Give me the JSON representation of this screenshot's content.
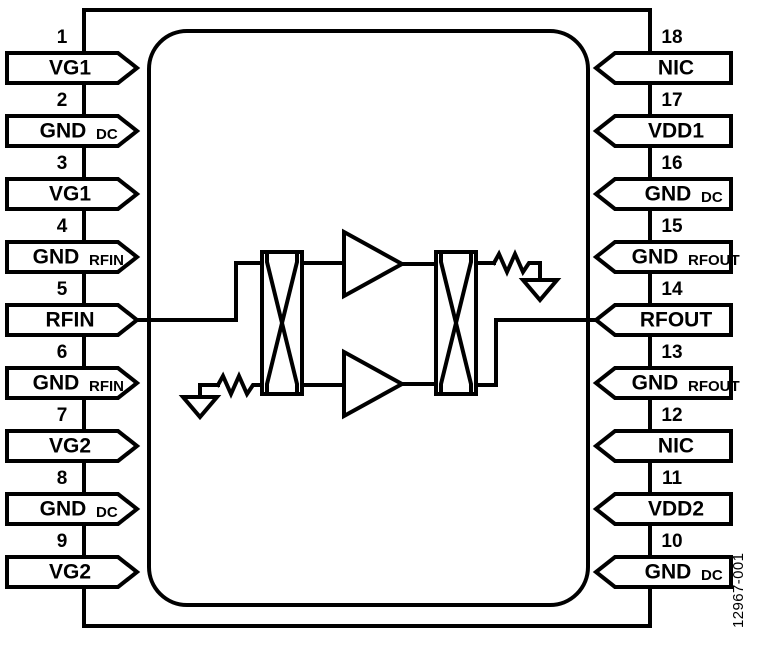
{
  "figure": {
    "id_label": "12967-001",
    "package_outline": "dual-in-line pin ring",
    "die_outline": "rounded rectangle"
  },
  "pins": {
    "left": [
      {
        "number": "1",
        "label": "VG1",
        "sub": ""
      },
      {
        "number": "2",
        "label": "GND",
        "sub": "DC"
      },
      {
        "number": "3",
        "label": "VG1",
        "sub": ""
      },
      {
        "number": "4",
        "label": "GND",
        "sub": "RFIN"
      },
      {
        "number": "5",
        "label": "RFIN",
        "sub": ""
      },
      {
        "number": "6",
        "label": "GND",
        "sub": "RFIN"
      },
      {
        "number": "7",
        "label": "VG2",
        "sub": ""
      },
      {
        "number": "8",
        "label": "GND",
        "sub": "DC"
      },
      {
        "number": "9",
        "label": "VG2",
        "sub": ""
      }
    ],
    "right": [
      {
        "number": "18",
        "label": "NIC",
        "sub": ""
      },
      {
        "number": "17",
        "label": "VDD1",
        "sub": ""
      },
      {
        "number": "16",
        "label": "GND",
        "sub": "DC"
      },
      {
        "number": "15",
        "label": "GND",
        "sub": "RFOUT"
      },
      {
        "number": "14",
        "label": "RFOUT",
        "sub": ""
      },
      {
        "number": "13",
        "label": "GND",
        "sub": "RFOUT"
      },
      {
        "number": "12",
        "label": "NIC",
        "sub": ""
      },
      {
        "number": "11",
        "label": "VDD2",
        "sub": ""
      },
      {
        "number": "10",
        "label": "GND",
        "sub": "DC"
      }
    ]
  },
  "internal_blocks": {
    "input_balun": "balun-transformer",
    "output_balun": "balun-transformer",
    "amplifier_top": "amplifier-triangle",
    "amplifier_bottom": "amplifier-triangle",
    "resistor_input": "resistor-zigzag",
    "resistor_output": "resistor-zigzag",
    "ground_input": "ground-symbol",
    "ground_output": "ground-symbol"
  },
  "colors": {
    "line": "#000000",
    "fill": "#ffffff"
  }
}
